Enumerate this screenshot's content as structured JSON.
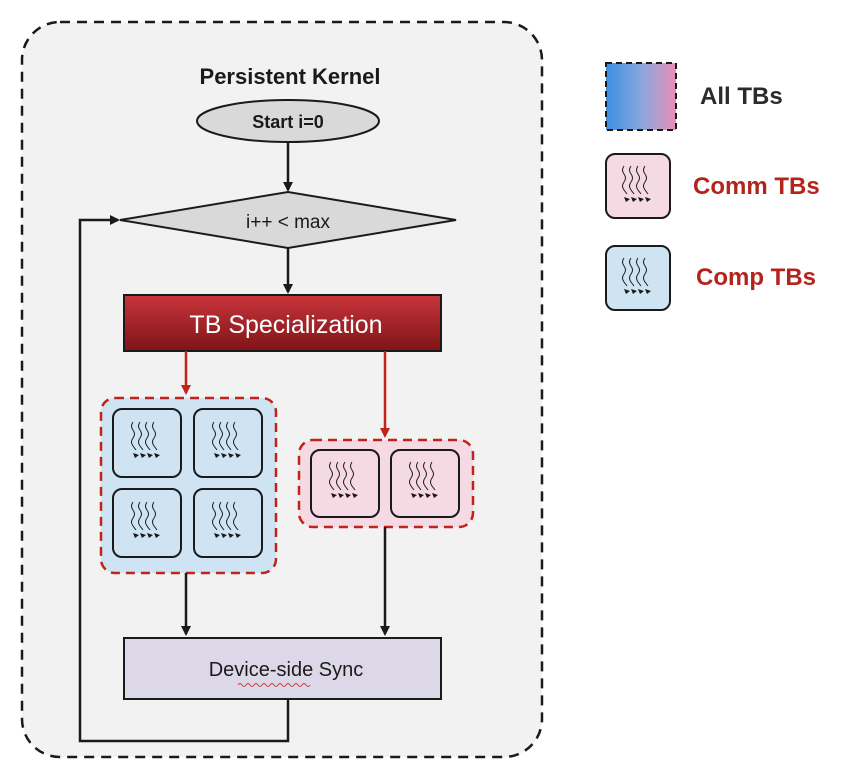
{
  "diagram": {
    "title": "Persistent Kernel",
    "start_node": "Start i=0",
    "loop_condition": "i++ < max",
    "specialization_node": "TB Specialization",
    "sync_node": "Device-side Sync",
    "comp_group_tb_count": 4,
    "comm_group_tb_count": 2
  },
  "legend": {
    "items": [
      {
        "label": "All TBs",
        "color": "#2b2b2b"
      },
      {
        "label": "Comm TBs",
        "color": "#b3241c"
      },
      {
        "label": "Comp TBs",
        "color": "#b3241c"
      }
    ]
  },
  "colors": {
    "panel_bg": "#f2f2f2",
    "node_gray": "#d9d9d9",
    "spec_red": "#a61e22",
    "comp_blue": "#cfe4f2",
    "comm_pink": "#f5d9e3",
    "sync_lavender": "#ddd8e8",
    "arrow_red": "#c0231a",
    "dash_red": "#c0231a"
  }
}
